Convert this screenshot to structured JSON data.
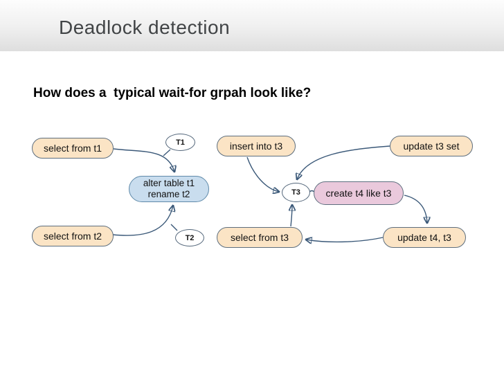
{
  "slide": {
    "title": "Deadlock detection",
    "question": "How does a  typical wait-for grpah look like?"
  },
  "colors": {
    "header_gradient_top": "#fdfdfd",
    "header_gradient_bottom": "#dedede",
    "title_text": "#414446",
    "question_text": "#000000",
    "node_tan_fill": "#fbe4c5",
    "node_blue_fill": "#c9ddee",
    "node_pink_fill": "#eac9dc",
    "node_white_fill": "#ffffff",
    "node_border": "#5d6e7e",
    "blue_node_border": "#5e89a9",
    "edge_color": "#3a5878",
    "node_text": "#111111"
  },
  "diagram": {
    "nodes": {
      "select_t1": {
        "label": "select from t1",
        "shape": "stadium",
        "fill": "tan"
      },
      "t1": {
        "label": "T1",
        "shape": "ellipse",
        "fill": "white"
      },
      "alter_table": {
        "label_line1": "alter table t1",
        "label_line2": "rename t2",
        "shape": "stadium",
        "fill": "blue"
      },
      "select_t2": {
        "label": "select from t2",
        "shape": "stadium",
        "fill": "tan"
      },
      "t2": {
        "label": "T2",
        "shape": "ellipse",
        "fill": "white"
      },
      "insert_t3": {
        "label": "insert into t3",
        "shape": "stadium",
        "fill": "tan"
      },
      "update_t3_set": {
        "label": "update t3 set",
        "shape": "stadium",
        "fill": "tan"
      },
      "t3": {
        "label": "T3",
        "shape": "ellipse",
        "fill": "white"
      },
      "create_t4": {
        "label": "create t4 like t3",
        "shape": "stadium",
        "fill": "pink"
      },
      "select_t3": {
        "label": "select from t3",
        "shape": "stadium",
        "fill": "tan"
      },
      "update_t4_t3": {
        "label": "update t4, t3",
        "shape": "stadium",
        "fill": "tan"
      }
    },
    "edges": [
      {
        "from": "select from t1",
        "to": "alter table t1 rename t2",
        "arrow": true
      },
      {
        "from": "T1",
        "to": "alter table t1 rename t2",
        "arrow": false
      },
      {
        "from": "select from t2",
        "to": "alter table t1 rename t2",
        "arrow": true
      },
      {
        "from": "T2",
        "to": "alter table t1 rename t2",
        "arrow": false
      },
      {
        "from": "insert into t3",
        "to": "T3",
        "arrow": true
      },
      {
        "from": "update t3 set",
        "to": "T3",
        "arrow": true
      },
      {
        "from": "select from t3",
        "to": "T3",
        "arrow": true
      },
      {
        "from": "T3",
        "to": "create t4 like t3",
        "arrow": false
      },
      {
        "from": "create t4 like t3",
        "to": "update t4, t3",
        "arrow": true
      },
      {
        "from": "update t4, t3",
        "to": "select from t3",
        "arrow": true
      }
    ]
  }
}
